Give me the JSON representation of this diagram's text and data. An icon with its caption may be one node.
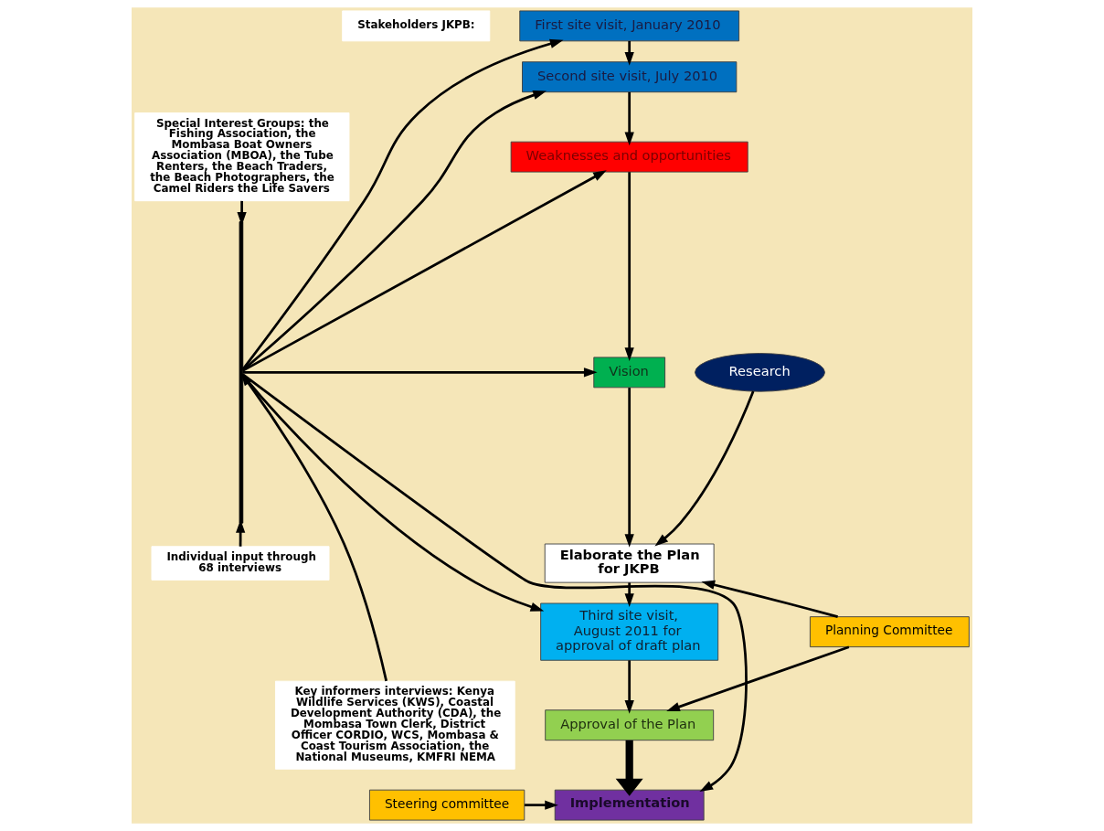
{
  "diagram": {
    "nodes": [
      {
        "text": [
          "Stakeholders JKPB:"
        ]
      },
      {
        "text": [
          "Special Interest Groups: the Fishing Association, the Mombasa Boat Owners Association (MBOA), the Tube Renters, the Beach Traders, the Beach Photographers, the Camel Riders the Life Savers"
        ]
      },
      {
        "text": [
          "Individual input through 68 interviews"
        ]
      },
      {
        "text": [
          "Key informers interviews: Kenya Wildlife Services (KWS), Coastal Development Authority (CDA), the Mombasa Town Clerk, District Officer CORDIO, WCS, Mombasa & Coast Tourism Association, the National Museums, KMFRI NEMA"
        ]
      },
      {
        "text": [],
        "shape": "bar"
      },
      {
        "text": [
          "First site visit, January 2010"
        ]
      },
      {
        "text": [
          "Second site visit, July 2010"
        ]
      },
      {
        "text": [
          "Weaknesses and opportunities"
        ]
      },
      {
        "text": [
          "Vision"
        ]
      },
      {
        "text": [
          "Elaborate the Plan for JKPB"
        ]
      },
      {
        "text": [
          "Third site visit, August 2011 for approval of draft plan"
        ]
      },
      {
        "text": [
          "Approval of the Plan"
        ]
      },
      {
        "text": [
          "Implementation"
        ]
      },
      {
        "text": [
          "Research"
        ]
      },
      {
        "text": [
          "Planning Committee"
        ]
      },
      {
        "text": [
          "Steering committee"
        ]
      }
    ],
    "edges": [
      {
        "from": 1,
        "to": 4,
        "arrow": "to"
      },
      {
        "from": 2,
        "to": 4,
        "arrow": "to"
      },
      {
        "from": 3,
        "to": 4,
        "arrow": "to"
      },
      {
        "from": 4,
        "to": 5,
        "arrow": "to"
      },
      {
        "from": 4,
        "to": 6,
        "arrow": "to"
      },
      {
        "from": 4,
        "to": 7,
        "arrow": "to"
      },
      {
        "from": 4,
        "to": 8,
        "arrow": "to"
      },
      {
        "from": 4,
        "to": 10,
        "arrow": "to"
      },
      {
        "from": 4,
        "to": 12,
        "arrow": "to"
      },
      {
        "from": 5,
        "to": 6,
        "arrow": "to"
      },
      {
        "from": 6,
        "to": 7,
        "arrow": "to"
      },
      {
        "from": 7,
        "to": 8,
        "arrow": "to"
      },
      {
        "from": 8,
        "to": 9,
        "arrow": "to"
      },
      {
        "from": 9,
        "to": 10,
        "arrow": "to"
      },
      {
        "from": 10,
        "to": 11,
        "arrow": "to"
      },
      {
        "from": 11,
        "to": 12,
        "arrow": "to",
        "style": "thick"
      },
      {
        "from": 13,
        "to": 9,
        "arrow": "to"
      },
      {
        "from": 14,
        "to": 9,
        "arrow": "to"
      },
      {
        "from": 14,
        "to": 11,
        "arrow": "to"
      },
      {
        "from": 15,
        "to": 12,
        "arrow": "to"
      }
    ]
  }
}
